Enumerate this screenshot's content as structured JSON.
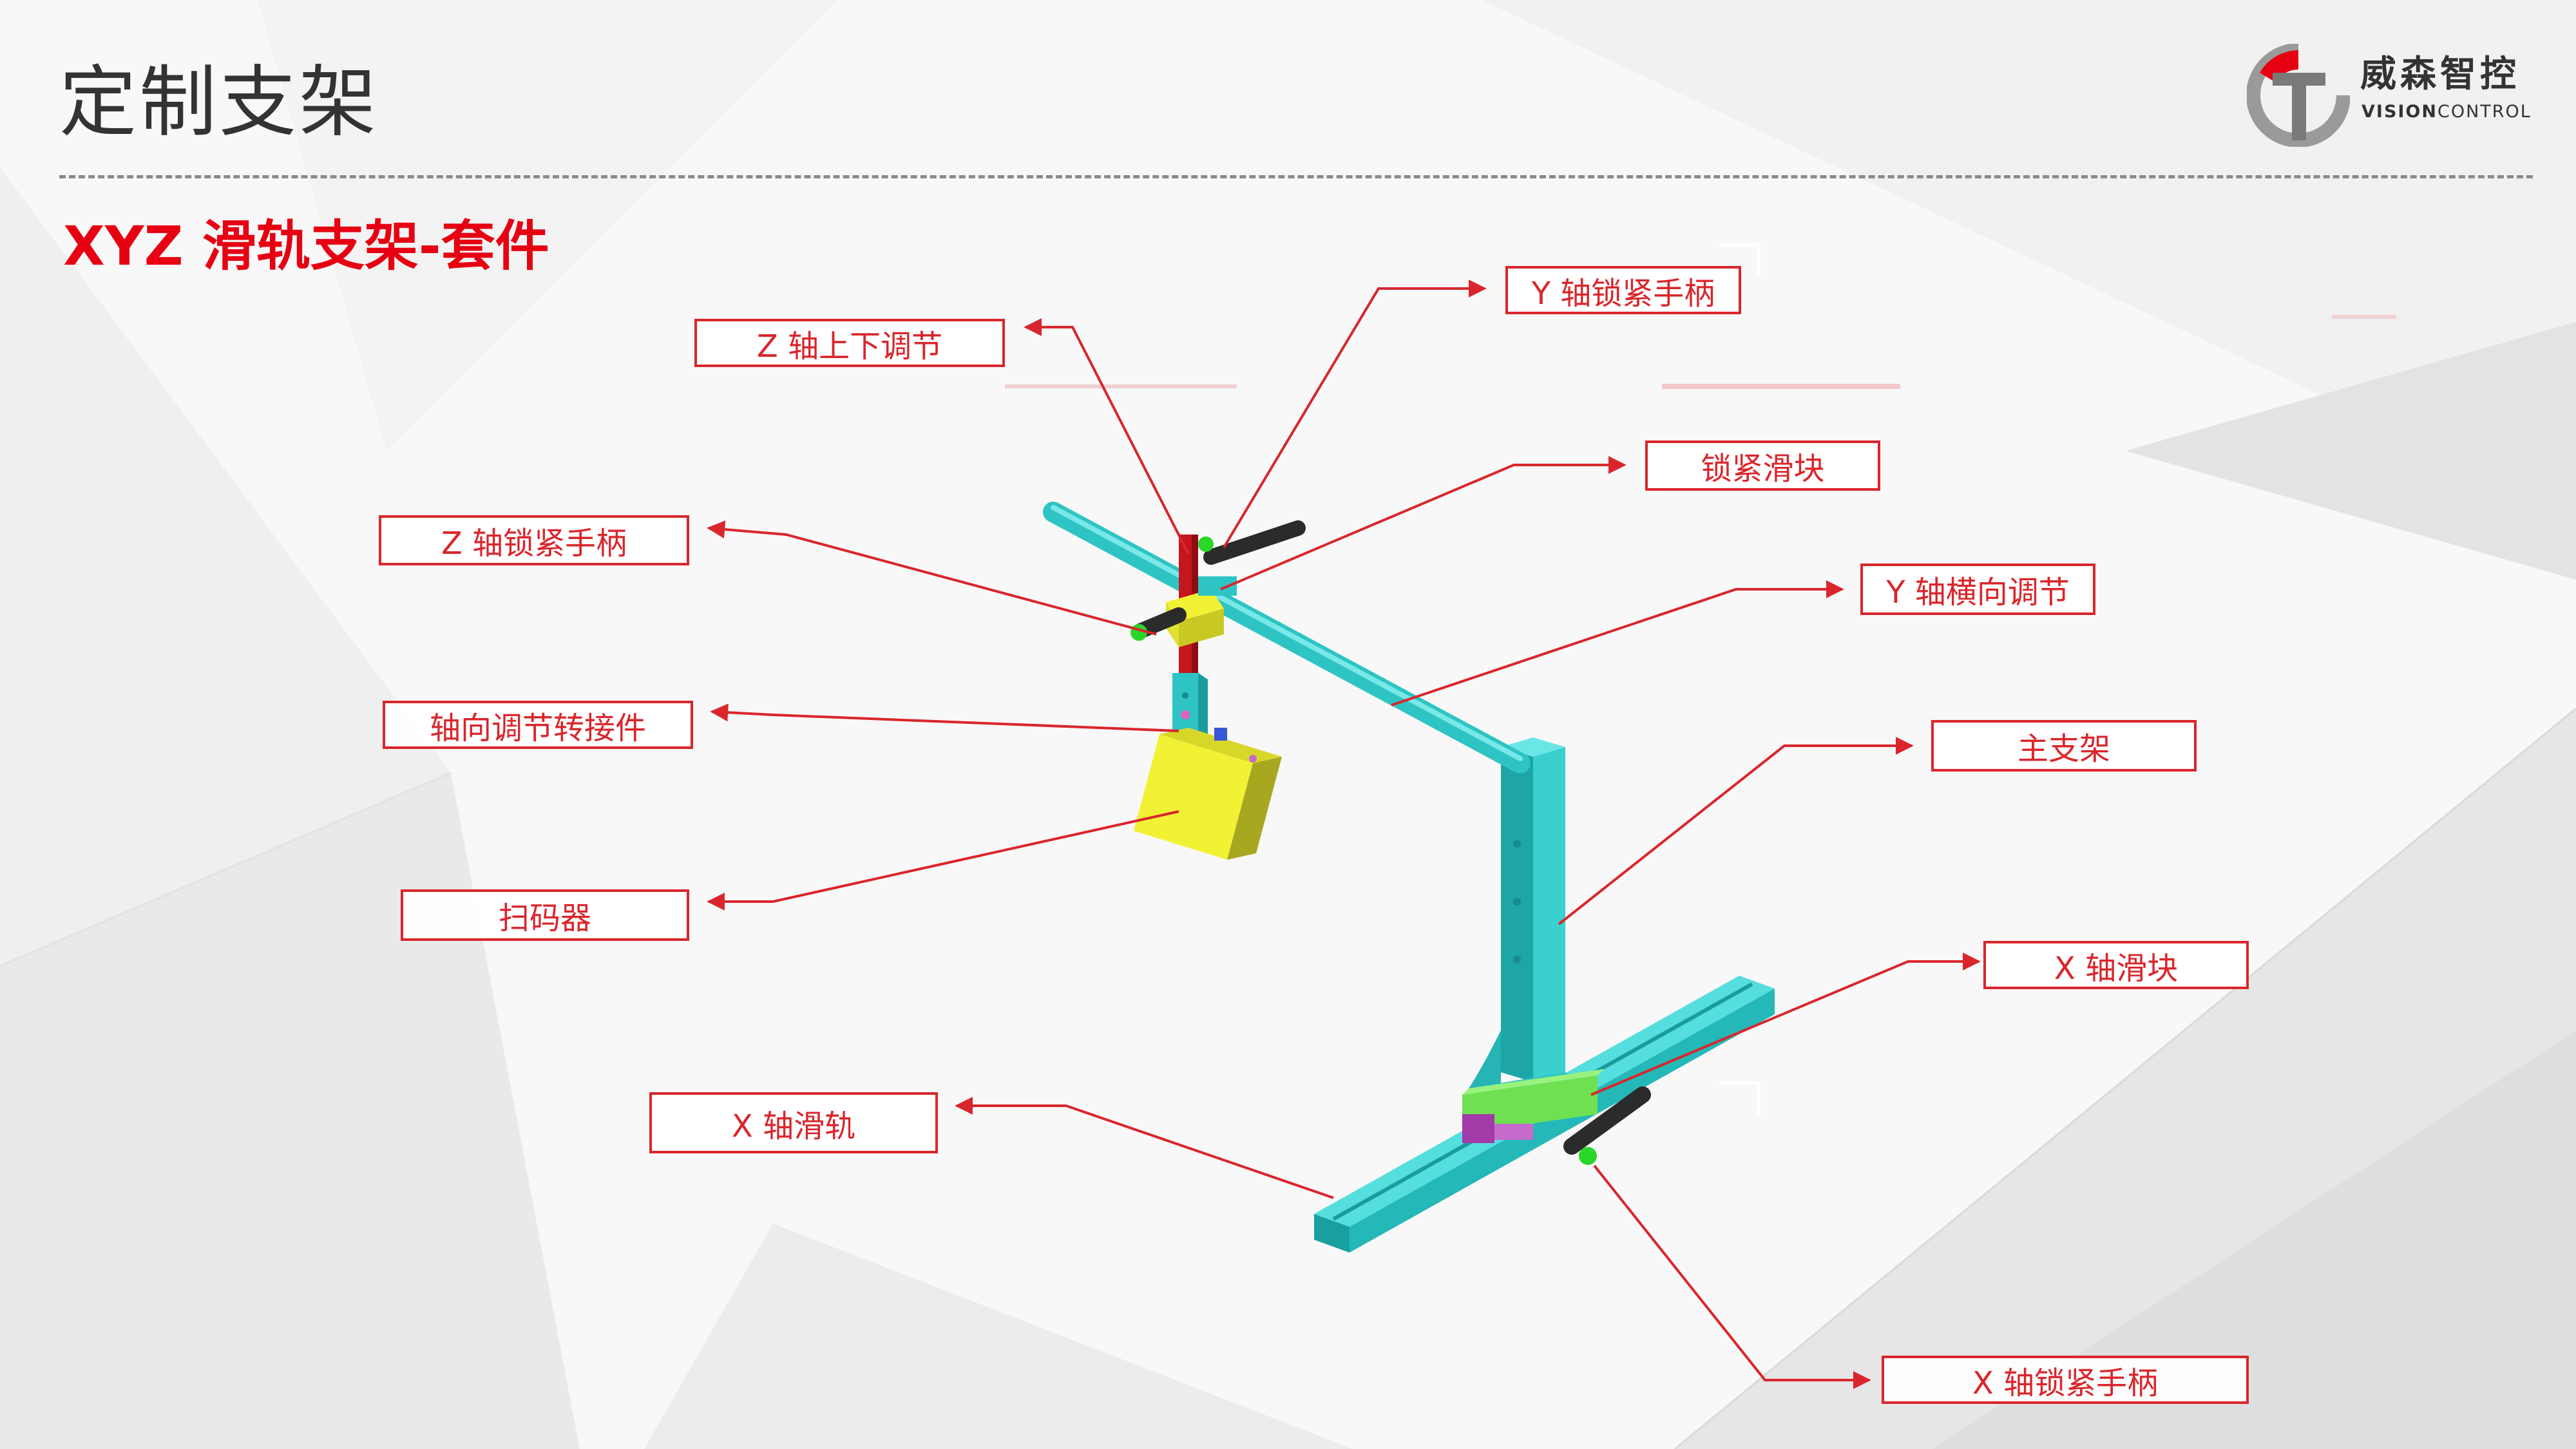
{
  "page": {
    "title": "定制支架",
    "subtitle": "XYZ 滑轨支架-套件"
  },
  "logo": {
    "name_cn": "威森智控",
    "name_en_bold": "VISION",
    "name_en_rest": "CONTROL"
  },
  "labels": {
    "z_adjust": "Z 轴上下调节",
    "y_lock_handle": "Y 轴锁紧手柄",
    "lock_slider": "锁紧滑块",
    "z_lock_handle": "Z 轴锁紧手柄",
    "y_adjust": "Y 轴横向调节",
    "axial_adapter": "轴向调节转接件",
    "main_bracket": "主支架",
    "scanner": "扫码器",
    "x_slider": "X 轴滑块",
    "x_rail": "X 轴滑轨",
    "x_lock_handle": "X 轴锁紧手柄"
  },
  "colors": {
    "accent_red": "#e60012",
    "callout_red": "#d9262c",
    "bracket_cyan": "#2ec4c4",
    "scanner_yellow": "#f2f234",
    "z_post_red": "#c4161c",
    "handle_dark": "#2b2b2b",
    "knob_green": "#2bd62b",
    "slider_green": "#6ee052",
    "base_purple": "#a23aa8"
  }
}
